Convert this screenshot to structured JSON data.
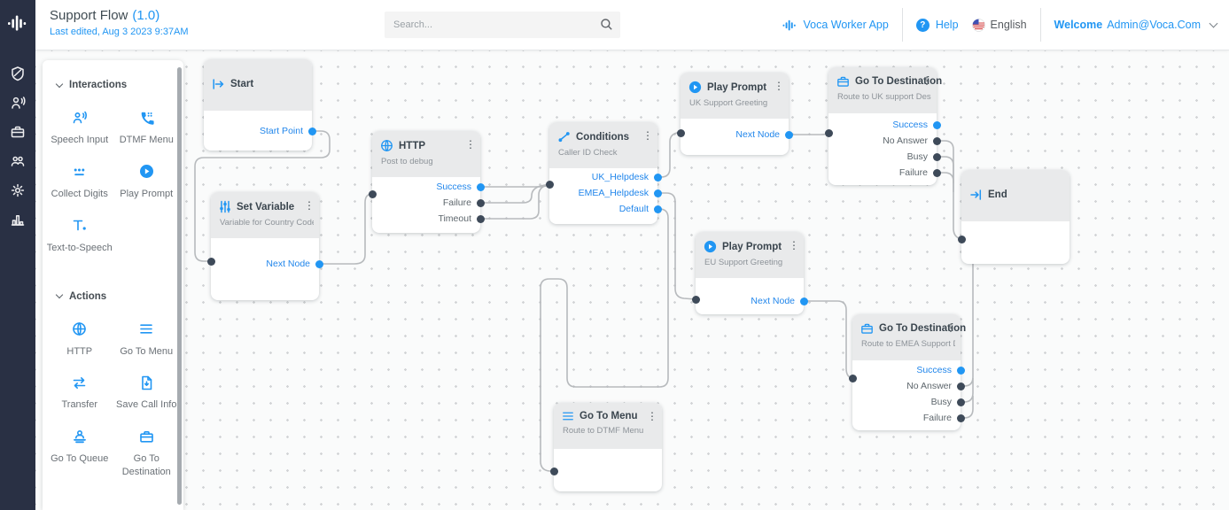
{
  "app": {
    "title": "Support Flow",
    "version": "(1.0)",
    "last_edited": "Last edited, Aug 3 2023 9:37AM",
    "search_placeholder": "Search...",
    "topnav": {
      "app_link": "Voca Worker App",
      "help": "Help",
      "language": "English",
      "welcome": "Welcome",
      "user": "Admin@Voca.Com"
    }
  },
  "colors": {
    "accent": "#2196f3",
    "rail_background": "#293044",
    "node_header": "#e9eaeb",
    "connector": "#b7babd",
    "port_dark": "#3e4a59",
    "link_blue": "#2186eb"
  },
  "rail": {
    "icons": [
      "voca-logo-icon",
      "quality-shield-icon",
      "agents-icon",
      "workers-briefcase-icon",
      "contacts-group-icon",
      "settings-gear-icon",
      "analytics-chart-icon"
    ]
  },
  "palette": {
    "sections": [
      {
        "label": "Interactions",
        "items": [
          {
            "label": "Speech Input",
            "icon": "speech-input-icon"
          },
          {
            "label": "DTMF Menu",
            "icon": "dtmf-menu-icon"
          },
          {
            "label": "Collect Digits",
            "icon": "collect-digits-icon"
          },
          {
            "label": "Play Prompt",
            "icon": "play-prompt-icon"
          },
          {
            "label": "Text-to-Speech",
            "icon": "text-to-speech-icon"
          }
        ]
      },
      {
        "label": "Actions",
        "items": [
          {
            "label": "HTTP",
            "icon": "http-globe-icon"
          },
          {
            "label": "Go To Menu",
            "icon": "goto-menu-icon"
          },
          {
            "label": "Transfer",
            "icon": "transfer-icon"
          },
          {
            "label": "Save Call Info",
            "icon": "save-call-info-icon"
          },
          {
            "label": "Go To Queue",
            "icon": "goto-queue-icon"
          },
          {
            "label": "Go To Destination",
            "icon": "goto-destination-icon"
          }
        ]
      }
    ]
  },
  "flow": {
    "nodes": [
      {
        "title": "Start",
        "icon": "start-arrow-icon",
        "subtitle": "",
        "ports": [
          {
            "label": "Start Point",
            "color": "blue"
          }
        ]
      },
      {
        "title": "Set Variable",
        "icon": "sliders-icon",
        "subtitle": "Variable for Country Code",
        "ports": [
          {
            "label": "Next Node",
            "color": "blue"
          }
        ]
      },
      {
        "title": "HTTP",
        "icon": "http-globe-icon",
        "subtitle": "Post to debug",
        "ports": [
          {
            "label": "Success",
            "color": "blue"
          },
          {
            "label": "Failure",
            "color": "gray"
          },
          {
            "label": "Timeout",
            "color": "gray"
          }
        ]
      },
      {
        "title": "Conditions",
        "icon": "conditions-icon",
        "subtitle": "Caller ID Check",
        "ports": [
          {
            "label": "UK_Helpdesk",
            "color": "blue"
          },
          {
            "label": "EMEA_Helpdesk",
            "color": "blue"
          },
          {
            "label": "Default",
            "color": "blue"
          }
        ]
      },
      {
        "title": "Play Prompt",
        "icon": "play-prompt-icon",
        "subtitle": "UK Support Greeting",
        "ports": [
          {
            "label": "Next Node",
            "color": "blue"
          }
        ]
      },
      {
        "title": "Go To Destination",
        "icon": "goto-destination-icon",
        "subtitle": "Route to UK support Desk",
        "ports": [
          {
            "label": "Success",
            "color": "blue"
          },
          {
            "label": "No Answer",
            "color": "gray"
          },
          {
            "label": "Busy",
            "color": "gray"
          },
          {
            "label": "Failure",
            "color": "gray"
          }
        ]
      },
      {
        "title": "End",
        "icon": "end-arrow-icon",
        "subtitle": "",
        "ports": []
      },
      {
        "title": "Play Prompt",
        "icon": "play-prompt-icon",
        "subtitle": "EU Support Greeting",
        "ports": [
          {
            "label": "Next Node",
            "color": "blue"
          }
        ]
      },
      {
        "title": "Go To Destination",
        "icon": "goto-destination-icon",
        "subtitle": "Route to EMEA Support Des...",
        "ports": [
          {
            "label": "Success",
            "color": "blue"
          },
          {
            "label": "No Answer",
            "color": "gray"
          },
          {
            "label": "Busy",
            "color": "gray"
          },
          {
            "label": "Failure",
            "color": "gray"
          }
        ]
      },
      {
        "title": "Go To Menu",
        "icon": "goto-menu-icon",
        "subtitle": "Route to DTMF Menu",
        "ports": []
      }
    ]
  }
}
